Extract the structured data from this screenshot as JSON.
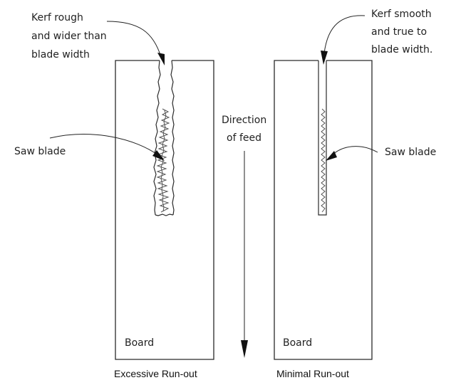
{
  "diagram": {
    "left_panel": {
      "kerf_callout": [
        "Kerf rough",
        "and wider than",
        "blade width"
      ],
      "blade_label": "Saw blade",
      "board_label": "Board",
      "caption": "Excessive Run-out"
    },
    "center": {
      "feed_label": [
        "Direction",
        "of feed"
      ]
    },
    "right_panel": {
      "kerf_callout": [
        "Kerf smooth",
        "and true to",
        "blade width."
      ],
      "blade_label": "Saw blade",
      "board_label": "Board",
      "caption": "Minimal Run-out"
    }
  }
}
